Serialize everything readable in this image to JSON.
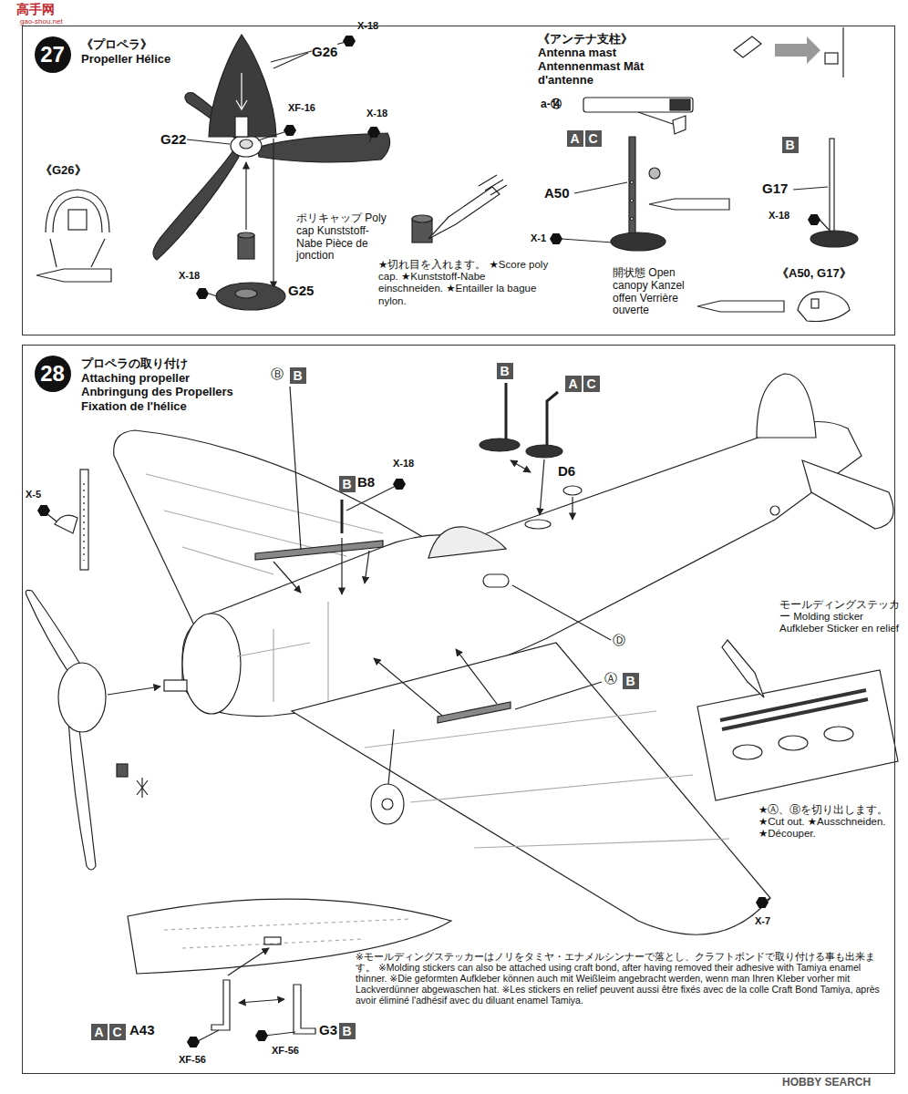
{
  "diagram": {
    "nodes": [
      {
        "text": [
          "《プロペラ》 Propeller Hélice"
        ]
      },
      {
        "text": [
          "27"
        ],
        "in": 0
      },
      {
        "text": [
          "A",
          "C"
        ],
        "in": 0
      },
      {
        "text": [
          "B"
        ],
        "in": 0
      },
      {
        "text": [
          "プロペラの取り付け Attaching propeller Anbringung des Propellers Fixation de l'hélice"
        ]
      },
      {
        "text": [
          "28"
        ],
        "in": 4
      },
      {
        "text": [
          "B"
        ],
        "in": 4
      },
      {
        "text": [
          "B"
        ],
        "in": 4
      },
      {
        "text": [
          "B"
        ],
        "in": 4
      },
      {
        "text": [
          "A",
          "C"
        ],
        "in": 4
      },
      {
        "text": [
          "B"
        ],
        "in": 4
      },
      {
        "text": [
          "A",
          "C"
        ],
        "in": 4
      },
      {
        "text": [
          "B"
        ],
        "in": 4
      }
    ],
    "labels": [
      "高手网",
      "gao-shou.net",
      "G26",
      "X-18",
      "XF-16",
      "X-18",
      "G22",
      "《G26》",
      "ポリキャップ Poly cap Kunststoff-Nabe Pièce de jonction",
      "★切れ目を入れます。 ★Score poly cap. ★Kunststoff-Nabe einschneiden. ★Entailler la bague nylon.",
      "X-18",
      "G25",
      "《アンテナ支柱》 Antenna mast Antennenmast Mât d'antenne",
      "a-⑭",
      "A50",
      "X-1",
      "G17",
      "X-18",
      "開状態 Open canopy Kanzel offen Verrière ouverte",
      "《A50, G17》",
      "X-5",
      "Ⓑ",
      "B8",
      "X-18",
      "D6",
      "Ⓓ",
      "Ⓐ",
      "モールディングステッカー Molding sticker Aufkleber Sticker en relief",
      "★Ⓐ、Ⓑを切り出します。 ★Cut out. ★Ausschneiden. ★Découper.",
      "X-7",
      "A43",
      "XF-56",
      "G3",
      "XF-56",
      "※モールディングステッカーはノリをタミヤ・エナメルシンナーで落とし、クラフトボンドで取り付ける事も出来ます。 ※Molding stickers can also be attached using craft bond, after having removed their adhesive with Tamiya enamel thinner. ※Die geformten Aufkleber können auch mit Weißleim angebracht werden, wenn man Ihren Kleber vorher mit Lackverdünner abgewaschen hat. ※Les stickers en relief peuvent aussi être fixés avec de la colle Craft Bond Tamiya, après avoir éliminé l'adhésif avec du diluant enamel Tamiya.",
      "HOBBY SEARCH"
    ]
  }
}
